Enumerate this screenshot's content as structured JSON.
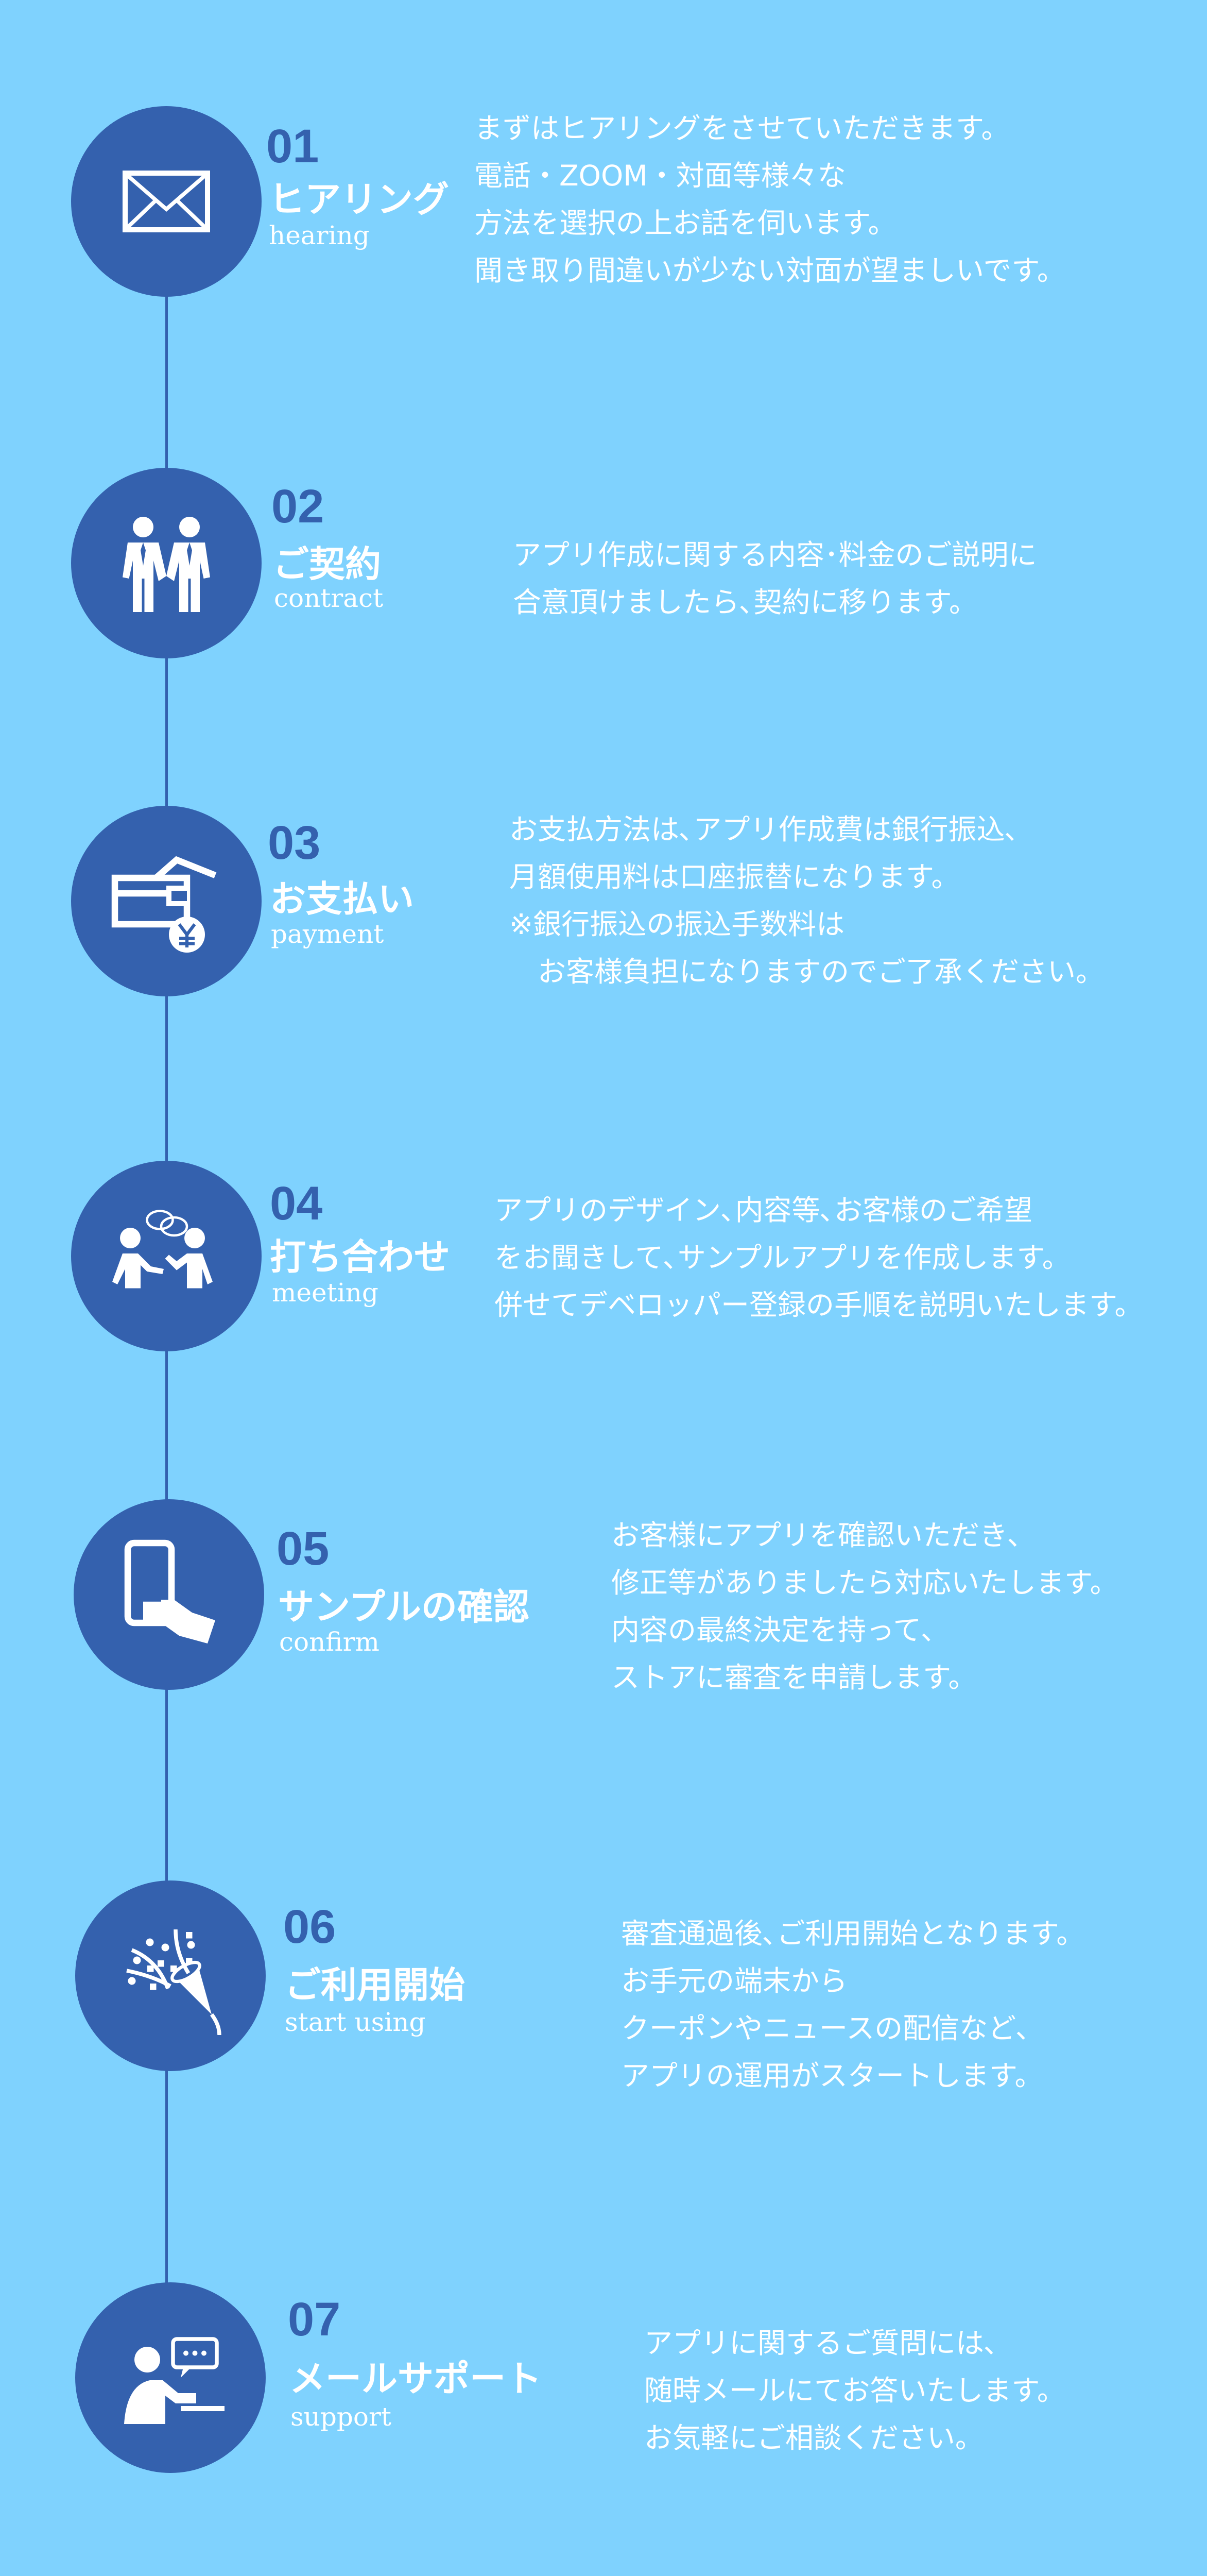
{
  "colors": {
    "background": "#7fd2fe",
    "accent": "#3461ae",
    "text": "#ffffff"
  },
  "steps": [
    {
      "number": "01",
      "title": "ヒアリング",
      "subtitle": "hearing",
      "icon": "envelope-icon",
      "lines": [
        "まずはヒアリングをさせていただきます。",
        "電話・ZOOM・対面等様々な",
        "方法を選択の上お話を伺います。",
        "聞き取り間違いが少ない対面が望ましいです。"
      ]
    },
    {
      "number": "02",
      "title": "ご契約",
      "subtitle": "contract",
      "icon": "handshake-people-icon",
      "lines": [
        "アプリ作成に関する内容･料金のご説明に",
        "合意頂けましたら､契約に移ります。"
      ]
    },
    {
      "number": "03",
      "title": "お支払い",
      "subtitle": "payment",
      "icon": "card-payment-yen-icon",
      "lines": [
        "お支払方法は､アプリ作成費は銀行振込､",
        "月額使用料は口座振替になります。",
        "※銀行振込の振込手数料は",
        "　お客様負担になりますのでご了承ください。"
      ]
    },
    {
      "number": "04",
      "title": "打ち合わせ",
      "subtitle": "meeting",
      "icon": "meeting-people-icon",
      "lines": [
        "アプリのデザイン､内容等､お客様のご希望",
        "をお聞きして､サンプルアプリを作成します。",
        "併せてデベロッパー登録の手順を説明いたします。"
      ]
    },
    {
      "number": "05",
      "title": "サンプルの確認",
      "subtitle": "confirm",
      "icon": "smartphone-hand-icon",
      "lines": [
        "お客様にアプリを確認いただき､",
        "修正等がありましたら対応いたします。",
        "内容の最終決定を持って､",
        "ストアに審査を申請します。"
      ]
    },
    {
      "number": "06",
      "title": "ご利用開始",
      "subtitle": "start using",
      "icon": "party-popper-icon",
      "lines": [
        "審査通過後､ご利用開始となります。",
        "お手元の端末から",
        "クーポンやニュースの配信など､",
        "アプリの運用がスタートします。"
      ]
    },
    {
      "number": "07",
      "title": "メールサポート",
      "subtitle": "support",
      "icon": "chat-support-icon",
      "lines": [
        "アプリに関するご質問には､",
        "随時メールにてお答いたします。",
        "お気軽にご相談ください。"
      ]
    }
  ]
}
